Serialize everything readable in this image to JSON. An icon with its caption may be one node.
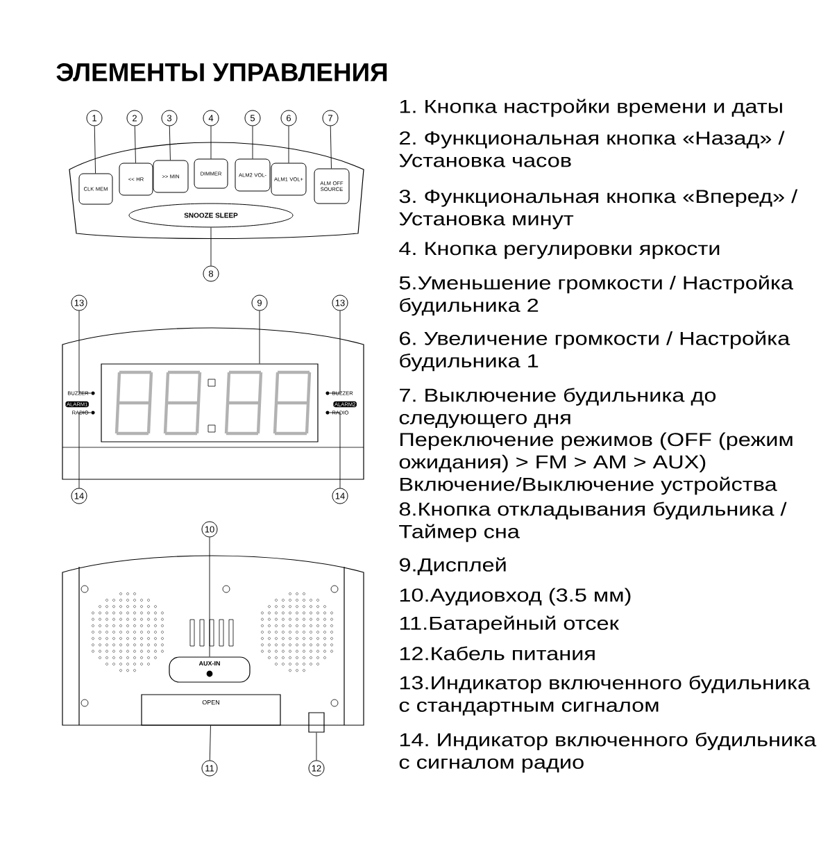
{
  "diagram": {
    "title": "ЭЛЕМЕНТЫ УПРАВЛЕНИЯ",
    "nodes": [
      {
        "text": [
          "CLK MEM"
        ]
      },
      {
        "text": [
          "<< HR"
        ]
      },
      {
        "text": [
          ">> MIN"
        ]
      },
      {
        "text": [
          "DIMMER"
        ]
      },
      {
        "text": [
          "ALM2 VOL-"
        ]
      },
      {
        "text": [
          "ALM1 VOL+"
        ]
      },
      {
        "text": [
          "ALM OFF SOURCE"
        ]
      },
      {
        "text": [
          "SNOOZE SLEEP"
        ]
      },
      {
        "text": [],
        "shape": "box"
      },
      {
        "text": [],
        "shape": "circle"
      },
      {
        "text": [],
        "shape": "circle"
      },
      {
        "text": [],
        "shape": "circle"
      },
      {
        "text": [],
        "shape": "circle"
      },
      {
        "text": [
          "AUX-IN"
        ]
      },
      {
        "text": [
          "OPEN"
        ]
      },
      {
        "text": [],
        "shape": "box"
      },
      {
        "text": [
          "1"
        ]
      },
      {
        "text": [
          "2"
        ]
      },
      {
        "text": [
          "3"
        ]
      },
      {
        "text": [
          "4"
        ]
      },
      {
        "text": [
          "5"
        ]
      },
      {
        "text": [
          "6"
        ]
      },
      {
        "text": [
          "7"
        ]
      },
      {
        "text": [
          "8"
        ]
      },
      {
        "text": [
          "13"
        ]
      },
      {
        "text": [
          "9"
        ]
      },
      {
        "text": [
          "13"
        ]
      },
      {
        "text": [
          "14"
        ]
      },
      {
        "text": [
          "14"
        ]
      },
      {
        "text": [
          "10"
        ]
      },
      {
        "text": [
          "11"
        ]
      },
      {
        "text": [
          "12"
        ]
      }
    ],
    "edges": [
      {
        "from": 16,
        "to": 0,
        "arrow": "none"
      },
      {
        "from": 17,
        "to": 1,
        "arrow": "none"
      },
      {
        "from": 18,
        "to": 2,
        "arrow": "none"
      },
      {
        "from": 19,
        "to": 3,
        "arrow": "none"
      },
      {
        "from": 20,
        "to": 4,
        "arrow": "none"
      },
      {
        "from": 21,
        "to": 5,
        "arrow": "none"
      },
      {
        "from": 22,
        "to": 6,
        "arrow": "none"
      },
      {
        "from": 23,
        "to": 7,
        "arrow": "none"
      },
      {
        "from": 24,
        "to": 9,
        "arrow": "none"
      },
      {
        "from": 25,
        "to": 8,
        "arrow": "none"
      },
      {
        "from": 26,
        "to": 11,
        "arrow": "none"
      },
      {
        "from": 27,
        "to": 10,
        "arrow": "none"
      },
      {
        "from": 28,
        "to": 12,
        "arrow": "none"
      },
      {
        "from": 29,
        "to": 13,
        "arrow": "none"
      },
      {
        "from": 30,
        "to": 14,
        "arrow": "none"
      },
      {
        "from": 31,
        "to": 15,
        "arrow": "none"
      }
    ],
    "labels": [
      "BUZZER",
      "ALARM1",
      "RADIO",
      "BUZZER",
      "ALARM2",
      "RADIO",
      "1. Кнопка настройки времени и даты",
      "2. Функциональная кнопка «Назад» / Установка часов",
      "3. Функциональная кнопка «Вперед» / Установка минут",
      "4. Кнопка регулировки яркости",
      "5.Уменьшение громкости / Настройка будильника 2",
      "6. Увеличение громкости / Настройка будильника 1",
      "7. Выключение будильника до следующего дня",
      "Переключение режимов (OFF (режим ожидания) > FM > AM > AUX)",
      "Включение/Выключение устройства",
      "8.Кнопка откладывания будильника / Таймер сна",
      "9.Дисплей",
      "10.Аудиовход (3.5 мм)",
      "11.Батарейный отсек",
      "12.Кабель питания",
      "13.Индикатор включенного будильника с стандартным сигналом",
      "14. Индикатор включенного будильника с сигналом радио"
    ]
  }
}
